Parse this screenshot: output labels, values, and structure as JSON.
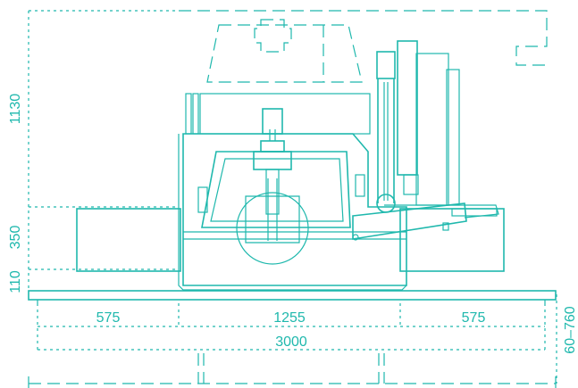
{
  "colors": {
    "ink": "#1fb8ad",
    "background": "#ffffff"
  },
  "dimensions": {
    "height_total": "1130",
    "height_mid": "350",
    "height_low": "110",
    "width_left": "575",
    "width_center": "1255",
    "width_right": "575",
    "width_total": "3000",
    "adjust_range": "60–760"
  }
}
